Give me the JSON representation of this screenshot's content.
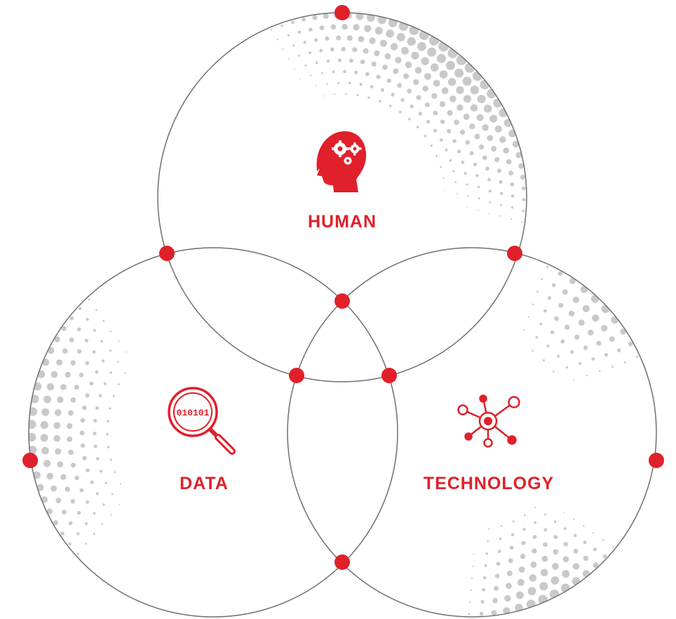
{
  "colors": {
    "accent": "#e0202a",
    "outline": "#6f6f6f",
    "dots": "#c9c9c9"
  },
  "circles": [
    {
      "id": "human",
      "label": "HUMAN",
      "icon": "human-head-gears-icon"
    },
    {
      "id": "data",
      "label": "DATA",
      "icon": "binary-magnifier-icon"
    },
    {
      "id": "technology",
      "label": "TECHNOLOGY",
      "icon": "network-nodes-icon"
    }
  ],
  "icon_text": {
    "binary": "010101"
  }
}
